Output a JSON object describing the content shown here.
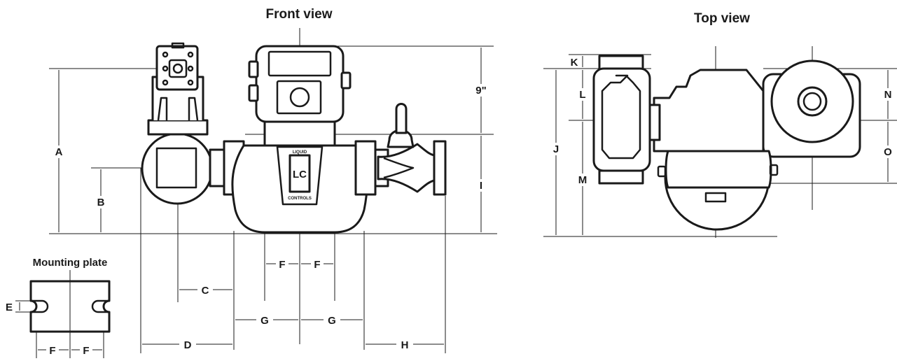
{
  "views": {
    "front_title": "Front view",
    "top_title": "Top view",
    "plate_title": "Mounting plate"
  },
  "logo": {
    "top_text": "LIQUID",
    "mark": "LC",
    "bottom_text": "CONTROLS"
  },
  "labels": {
    "A": "A",
    "B": "B",
    "C": "C",
    "D": "D",
    "E": "E",
    "F": "F",
    "G": "G",
    "H": "H",
    "I": "I",
    "J": "J",
    "K": "K",
    "L": "L",
    "M": "M",
    "N": "N",
    "O": "O",
    "nine_inch": "9\""
  }
}
